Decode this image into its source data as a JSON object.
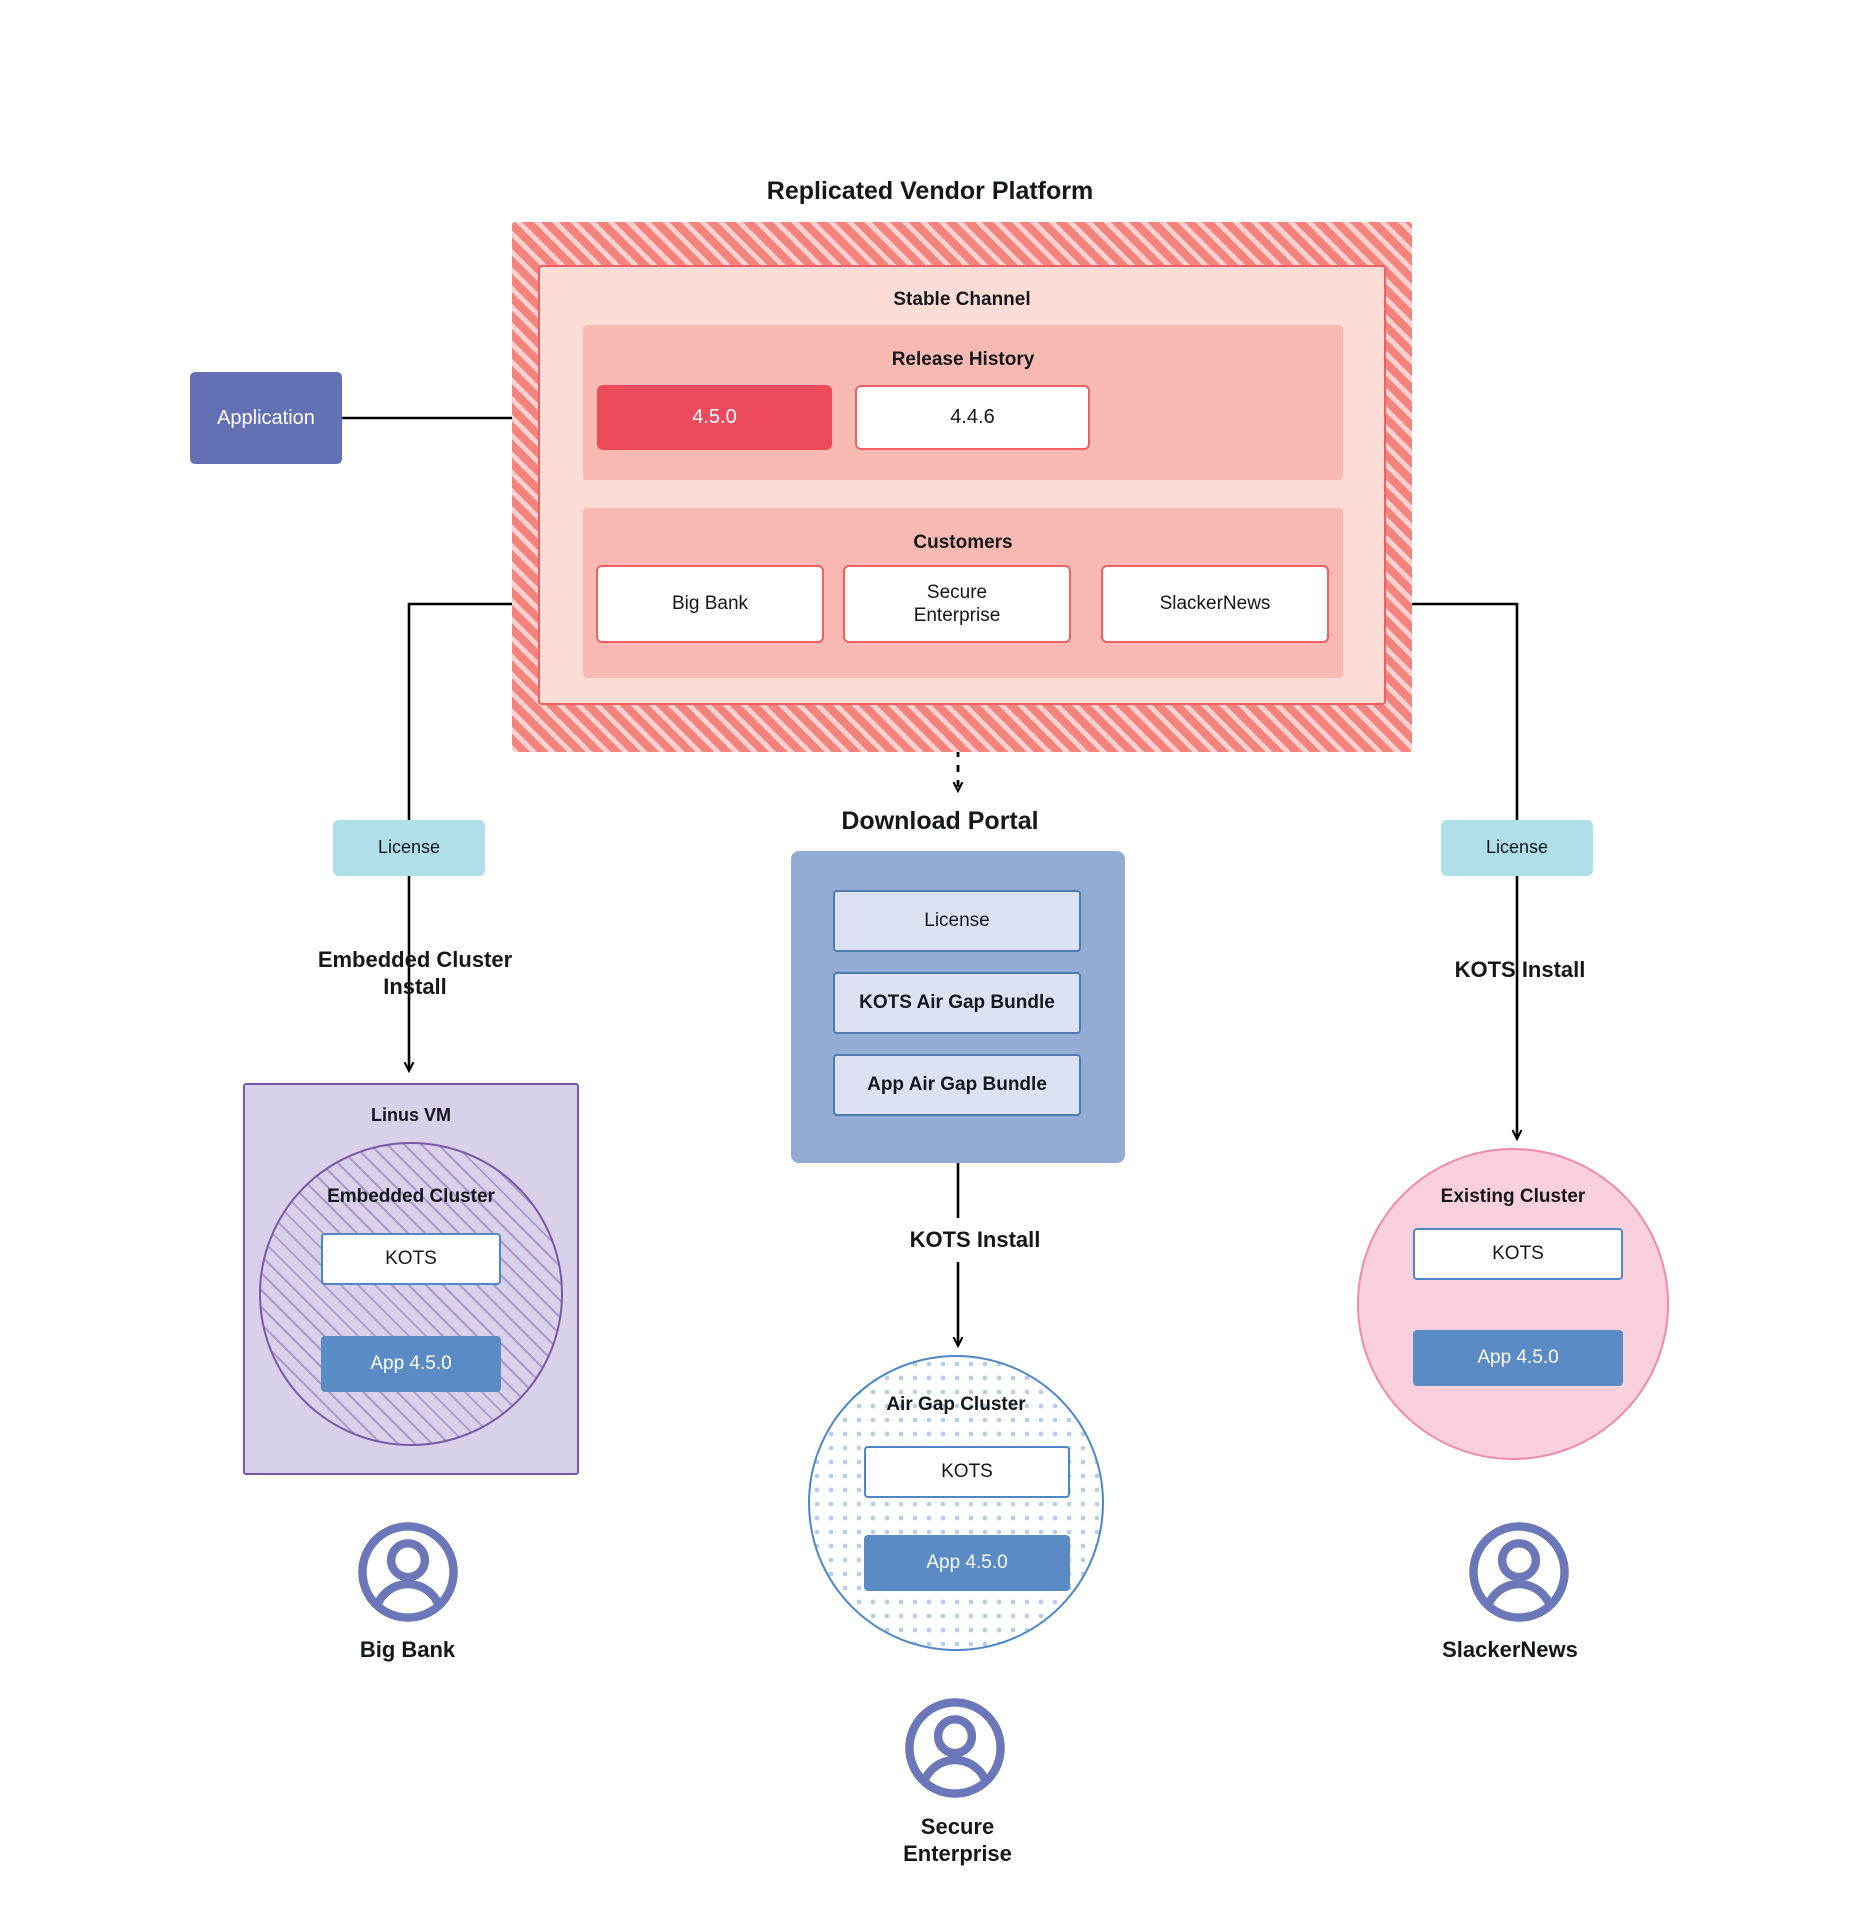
{
  "diagram": {
    "platform": {
      "title": "Replicated Vendor Platform",
      "channel_label": "Stable Channel",
      "release_history": {
        "label": "Release History",
        "releases": [
          {
            "version": "4.5.0",
            "state": "current"
          },
          {
            "version": "4.4.6",
            "state": "previous"
          }
        ]
      },
      "customers": {
        "label": "Customers",
        "items": [
          "Big Bank",
          "Secure\nEnterprise",
          "SlackerNews"
        ]
      }
    },
    "application": {
      "label": "Application"
    },
    "licenses": [
      {
        "label": "License",
        "side": "left"
      },
      {
        "label": "License",
        "side": "right"
      }
    ],
    "flow_labels": {
      "embedded_install": "Embedded Cluster\nInstall",
      "kots_install_right": "KOTS Install",
      "kots_install_middle": "KOTS Install"
    },
    "download_portal": {
      "title": "Download  Portal",
      "items": [
        "License",
        "KOTS Air Gap Bundle",
        "App Air Gap Bundle"
      ]
    },
    "targets": {
      "linux_vm": {
        "label": "Linus VM",
        "cluster_label": "Embedded Cluster",
        "kots": "KOTS",
        "app": "App 4.5.0"
      },
      "air_gap": {
        "label": "Air Gap Cluster",
        "kots": "KOTS",
        "app": "App 4.5.0"
      },
      "existing": {
        "label": "Existing Cluster",
        "kots": "KOTS",
        "app": "App 4.5.0"
      }
    },
    "end_users": [
      {
        "name": "Big Bank",
        "icon": "person-icon"
      },
      {
        "name": "Secure\nEnterprise",
        "icon": "person-icon"
      },
      {
        "name": "SlackerNews",
        "icon": "person-icon"
      }
    ],
    "colors": {
      "platform_hatch": "#f4837e",
      "channel_bg": "#fbdcd7",
      "channel_border": "#ef5f63",
      "section_bg": "#f9bab3",
      "release_current": "#ed4a5c",
      "application": "#6370b4",
      "license_chip": "#b1dfe9",
      "portal_bg": "#93acd3",
      "portal_item": "#dde2f3",
      "linux_vm": "#d9d0ea",
      "linux_vm_border": "#7a57a8",
      "airgap_border": "#4f86c6",
      "existing_cluster": "#fbd0dd",
      "existing_border": "#ee8aab",
      "app_box": "#5b8bc4",
      "person_icon": "#6b77b8"
    }
  }
}
